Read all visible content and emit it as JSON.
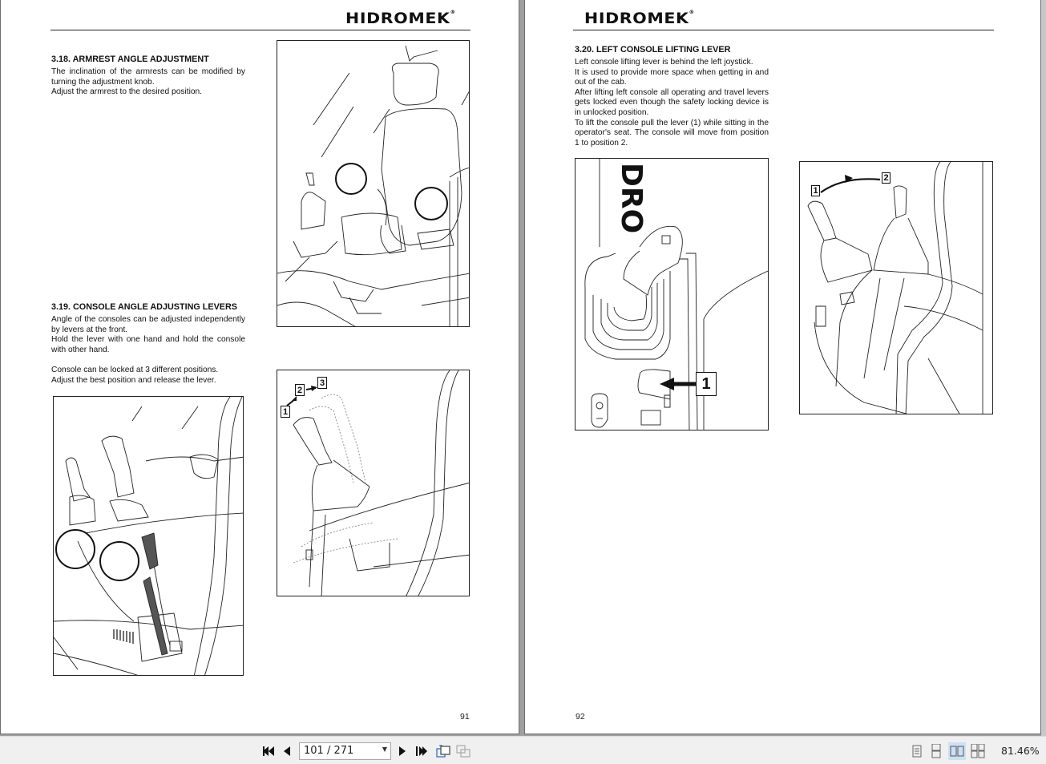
{
  "document": {
    "brand": "HIDROMEK",
    "left_page": {
      "page_number": "91",
      "sections": [
        {
          "title": "3.18. ARMREST ANGLE ADJUSTMENT",
          "paragraphs": [
            "The inclination of the armrests can be modified by turning the adjustment knob.",
            "Adjust the armrest to the desired position."
          ]
        },
        {
          "title": "3.19. CONSOLE ANGLE ADJUSTING LEVERS",
          "paragraphs": [
            "Angle of the consoles can be adjusted independently by levers at the front.",
            "Hold the lever with one hand and hold the console with other hand.",
            "",
            "Console can be locked at 3 different positions.",
            "Adjust the best position and release the lever."
          ]
        }
      ],
      "figures": [
        {
          "name": "armrest-seat-illustration",
          "callouts": []
        },
        {
          "name": "console-levers-illustration",
          "callouts": []
        },
        {
          "name": "console-positions-illustration",
          "callouts": [
            "1",
            "2",
            "3"
          ]
        }
      ]
    },
    "right_page": {
      "page_number": "92",
      "sections": [
        {
          "title": "3.20. LEFT CONSOLE LIFTING LEVER",
          "paragraphs": [
            "Left console lifting lever is behind the left joystick.",
            "It is used to provide more space when getting in and out of the cab.",
            "After lifting left console all operating and travel levers gets locked even though the safety locking device is in unlocked position.",
            "To lift the console pull the lever (1) while sitting in the operator's seat. The console will move from position 1 to position 2."
          ]
        }
      ],
      "figures": [
        {
          "name": "lifting-lever-closeup",
          "callouts": [
            "1"
          ],
          "logo_fragment": "DRO"
        },
        {
          "name": "console-lift-positions",
          "callouts": [
            "1",
            "2"
          ]
        }
      ]
    }
  },
  "toolbar": {
    "first_page_icon": "first-page-icon",
    "prev_page_icon": "prev-page-icon",
    "page_indicator": "101 / 271",
    "next_page_icon": "next-page-icon",
    "last_page_icon": "last-page-icon",
    "rotate_icon": "rotate-view-icon",
    "copy_icon": "copy-view-icon",
    "view_modes": [
      "single-page",
      "continuous",
      "facing",
      "continuous-facing"
    ],
    "active_view_mode": "facing",
    "zoom_level": "81.46%"
  }
}
